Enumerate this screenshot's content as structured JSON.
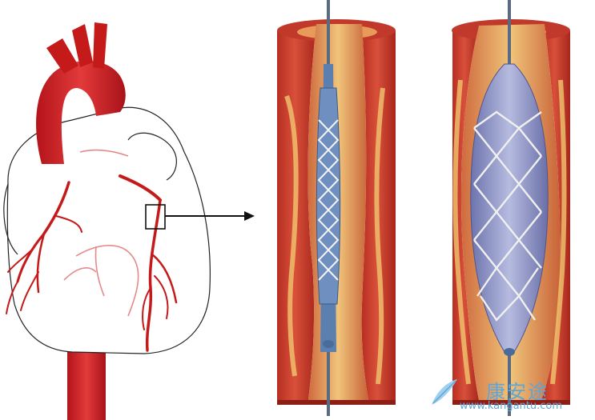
{
  "illustration": {
    "subject": "heart-with-coronary-stent-procedure",
    "panels": [
      "heart",
      "artery-with-collapsed-stent",
      "artery-with-expanded-stent"
    ],
    "colors": {
      "artery_outer": "#c93a2a",
      "artery_inner": "#e9a05a",
      "artery_fat": "#f2d27a",
      "heart_vessel": "#c41a1a",
      "balloon": "#8f97c8",
      "stent": "#e8e8e8",
      "catheter": "#5b7fae"
    }
  },
  "watermark": {
    "site_name": "康安途",
    "url": "www.kangantu.com",
    "icon": "feather-logo-icon",
    "color": "#5fa6d8"
  }
}
